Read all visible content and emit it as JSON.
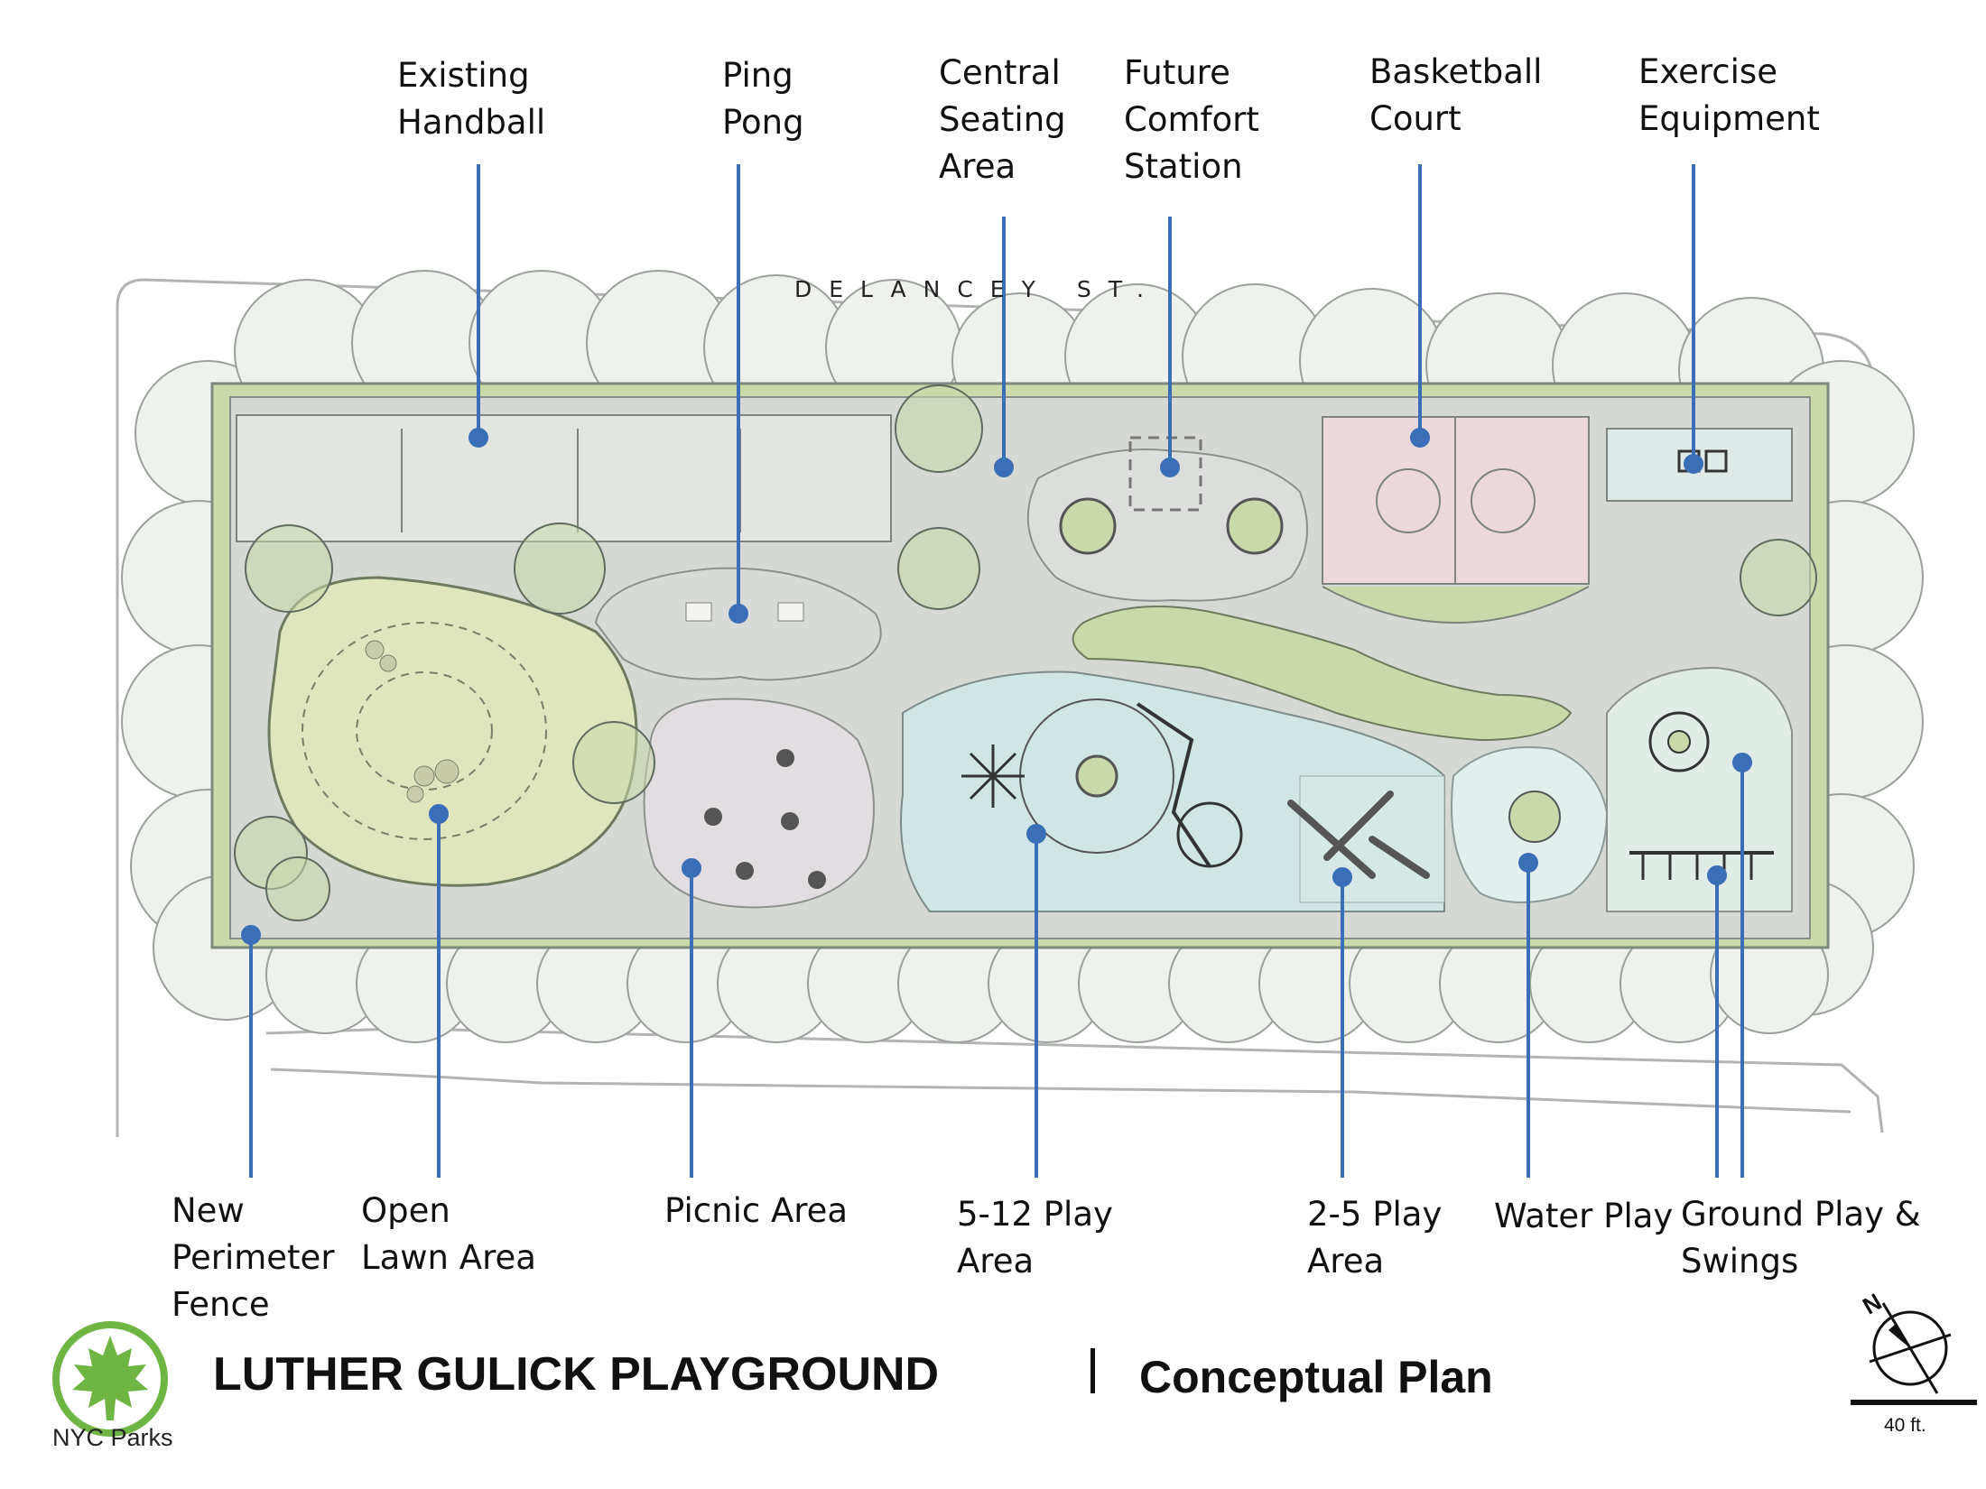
{
  "street_label": "DELANCEY ST.",
  "callouts": {
    "existing_handball": [
      "Existing",
      "Handball"
    ],
    "ping_pong": [
      "Ping",
      "Pong"
    ],
    "central_seating": [
      "Central",
      "Seating",
      "Area"
    ],
    "future_comfort": [
      "Future",
      "Comfort",
      "Station"
    ],
    "basketball_court": [
      "Basketball",
      "Court"
    ],
    "exercise_equipment": [
      "Exercise",
      "Equipment"
    ],
    "new_perimeter_fence": [
      "New",
      "Perimeter",
      "Fence"
    ],
    "open_lawn": [
      "Open",
      "Lawn Area"
    ],
    "picnic_area": [
      "Picnic Area"
    ],
    "play_5_12": [
      "5-12 Play",
      "Area"
    ],
    "play_2_5": [
      "2-5 Play",
      "Area"
    ],
    "water_play": [
      "Water Play"
    ],
    "ground_play": [
      "Ground Play &",
      "Swings"
    ]
  },
  "footer": {
    "org": "NYC Parks",
    "title": "LUTHER GULICK PLAYGROUND",
    "subtitle": "Conceptual Plan",
    "scale": "40 ft.",
    "north": "N"
  },
  "colors": {
    "leader_line": "#3a6fb7",
    "planting": "#c9d9a9",
    "lawn": "#dfe5bd",
    "paving": "#d8dad8",
    "court": "#ead8dd",
    "water_play": "#cfe6e4",
    "nyc_parks_green": "#6fb544"
  }
}
